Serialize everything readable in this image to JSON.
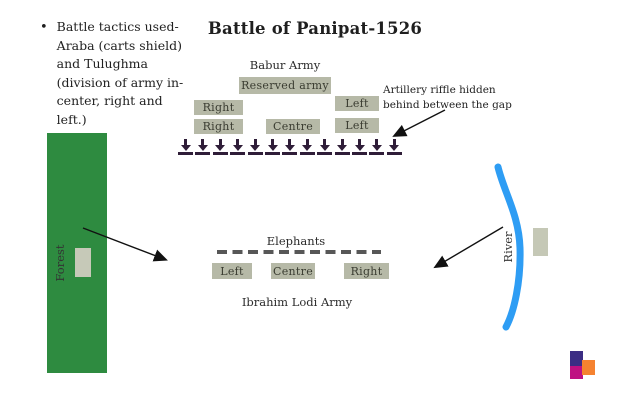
{
  "title": "Battle of Panipat-1526",
  "note": {
    "bullet": "•",
    "text": "Battle tactics used-Araba (carts shield) and Tulughma (division of army in-center, right and left.)"
  },
  "babur": {
    "army_label": "Babur Army",
    "reserved": "Reserved army",
    "right_upper": "Right",
    "left_upper": "Left",
    "right_lower": "Right",
    "centre": "Centre",
    "left_lower": "Left"
  },
  "artillery": {
    "annotation_line1": "Artillery riffle hidden",
    "annotation_line2": "behind between the gap",
    "unit_count": 13
  },
  "lodi": {
    "elephants_label": "Elephants",
    "left": "Left",
    "centre": "Centre",
    "right": "Right",
    "army_label": "Ibrahim Lodi Army"
  },
  "terrain": {
    "forest_label": "Forest",
    "river_label": "River"
  },
  "colors": {
    "box_bg": "#b6b9a7",
    "forest_green": "#2e8b40",
    "river_blue": "#2e9df4",
    "artillery_dark": "#2f1d38",
    "logo_indigo": "#3b2d84",
    "logo_magenta": "#bf1182",
    "logo_orange": "#f58230"
  }
}
